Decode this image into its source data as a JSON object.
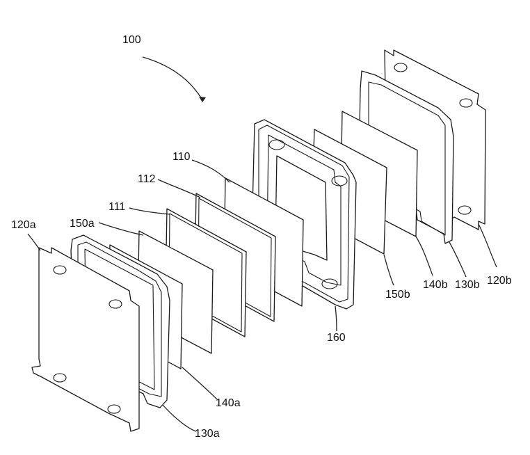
{
  "figure": {
    "labels": {
      "l100": "100",
      "l110": "110",
      "l112": "112",
      "l111": "111",
      "l150a": "150a",
      "l120a": "120a",
      "l140a": "140a",
      "l130a": "130a",
      "l160": "160",
      "l150b": "150b",
      "l140b": "140b",
      "l130b": "130b",
      "l120b": "120b"
    }
  }
}
